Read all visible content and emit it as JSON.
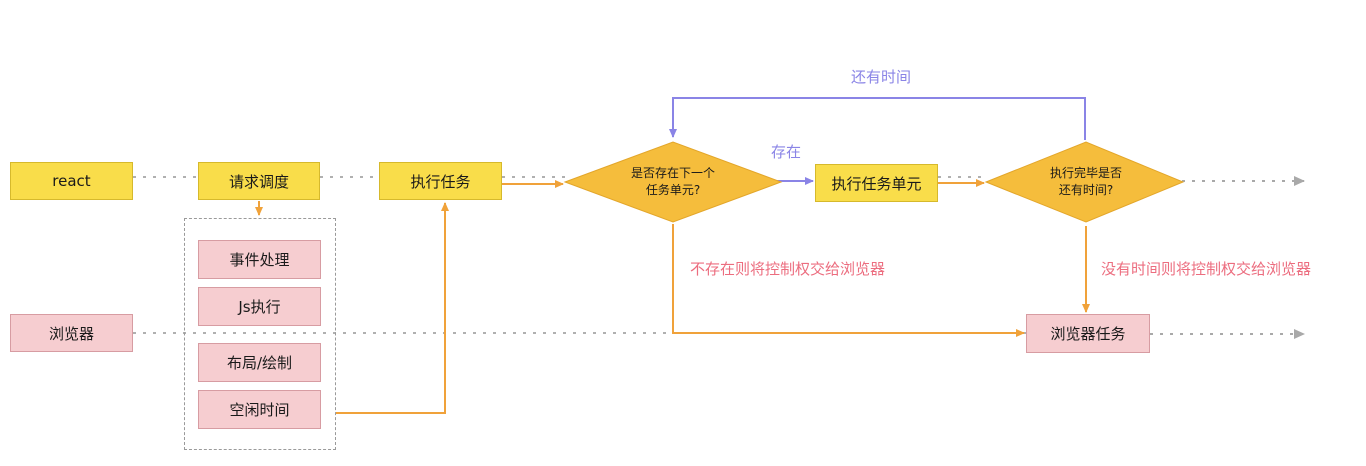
{
  "nodes": {
    "react": "react",
    "request_schedule": "请求调度",
    "execute_task": "执行任务",
    "has_next_unit_line1": "是否存在下一个",
    "has_next_unit_line2": "任务单元?",
    "execute_unit": "执行任务单元",
    "done_or_time_line1": "执行完毕是否",
    "done_or_time_line2": "还有时间?",
    "browser": "浏览器",
    "browser_task": "浏览器任务",
    "event_handling": "事件处理",
    "js_execution": "Js执行",
    "layout_paint": "布局/绘制",
    "idle_time": "空闲时间"
  },
  "edge_labels": {
    "still_time": "还有时间",
    "exists": "存在",
    "not_exists": "不存在则将控制权交给浏览器",
    "no_time": "没有时间则将控制权交给浏览器"
  },
  "colors": {
    "yellow": "#f9dd4a",
    "pink": "#f6cdd0",
    "orange_arrow": "#f0a23a",
    "purple_arrow": "#8a84e6",
    "red_text": "#ec6d7f",
    "dotted": "#b0b0b0"
  }
}
